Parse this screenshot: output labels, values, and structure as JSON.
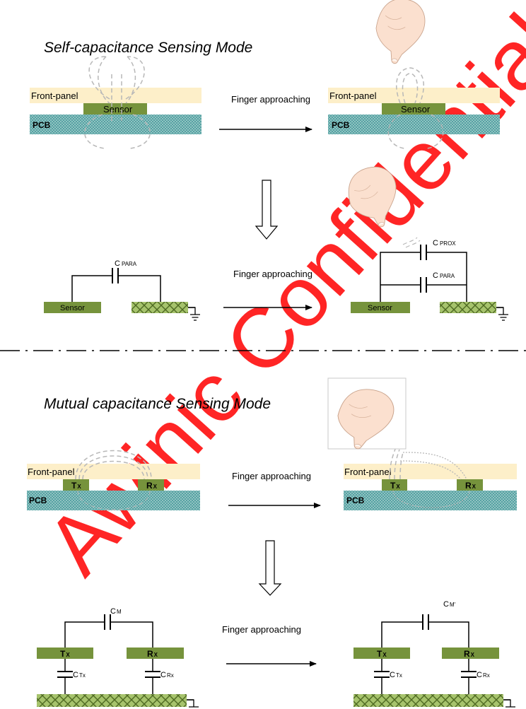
{
  "watermark": "Awinic Confidential",
  "colors": {
    "front_panel": "#fdefc9",
    "sensor": "#76933c",
    "pcb": "#4e9f9f",
    "ground_pad": "#76933c"
  },
  "self_mode": {
    "title": "Self-capacitance Sensing Mode",
    "front_panel": "Front-panel",
    "sensor": "Sensor",
    "pcb": "PCB",
    "transition": "Finger approaching",
    "circuit_transition": "Finger approaching",
    "c_para": "C",
    "c_para_sub": "PARA",
    "c_prox": "C",
    "c_prox_sub": "PROX",
    "circuit_sensor": "Sensor",
    "icons": [
      "finger-icon",
      "ground-icon",
      "down-arrow-icon"
    ]
  },
  "mutual_mode": {
    "title": "Mutual capacitance Sensing Mode",
    "front_panel": "Front-panel",
    "pcb": "PCB",
    "tx": "T",
    "tx_sub": "X",
    "rx": "R",
    "rx_sub": "X",
    "transition": "Finger approaching",
    "circuit_transition": "Finger approaching",
    "c_m": "C",
    "c_m_sub": "M",
    "c_m2_sub": "M'",
    "c_tx": "C",
    "c_tx_sub": "Tx",
    "c_rx": "C",
    "c_rx_sub": "Rx"
  }
}
